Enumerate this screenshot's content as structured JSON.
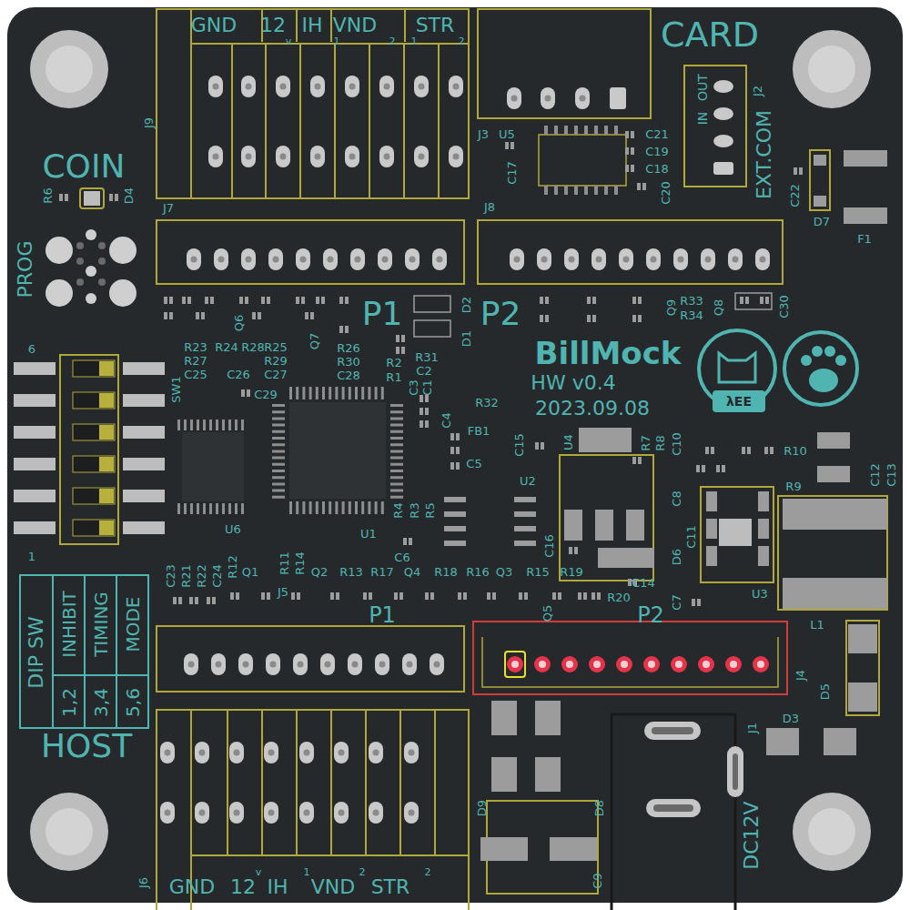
{
  "diagram": {
    "labels": [
      "GND",
      "12",
      "v",
      "IH",
      "VND",
      "1",
      "2",
      "STR",
      "1",
      "2",
      "CARD",
      "J9",
      "J3",
      "U5",
      "C21",
      "C19",
      "C18",
      "C20",
      "C17",
      "J8",
      "J2",
      "IN",
      "OUT",
      "EXT.COM",
      "C22",
      "D7",
      "F1",
      "COIN",
      "R6",
      "D4",
      "J7",
      "PROG",
      "P1",
      "D2",
      "P2",
      "Q9",
      "R33",
      "R34",
      "Q8",
      "C30",
      "D1",
      "R31",
      "C2",
      "R23",
      "R24",
      "R28",
      "R25",
      "R27",
      "R29",
      "C25",
      "C26",
      "C27",
      "Q6",
      "Q7",
      "R26",
      "R30",
      "C28",
      "R2",
      "R1",
      "C3",
      "C1",
      "BillMock",
      "HW v0.4",
      "2023.09.08",
      "λEE",
      "6",
      "SW1",
      "C29",
      "R32",
      "FB1",
      "C4",
      "C5",
      "C15",
      "U4",
      "R7",
      "R8",
      "C10",
      "R10",
      "C12",
      "C13",
      "R9",
      "C8",
      "C11",
      "D6",
      "U3",
      "U2",
      "R4",
      "R3",
      "R5",
      "C6",
      "C16",
      "U6",
      "U1",
      "1",
      "C23",
      "R21",
      "R22",
      "C24",
      "R12",
      "Q1",
      "R11",
      "R14",
      "Q2",
      "R13",
      "R17",
      "Q4",
      "R18",
      "R16",
      "Q3",
      "R15",
      "R19",
      "C14",
      "C7",
      "R20",
      "Q5",
      "J5",
      "P1",
      "P2",
      "L1",
      "J4",
      "D5",
      "DIP SW",
      "1,2",
      "INHIBIT",
      "3,4",
      "TIMING",
      "5,6",
      "MODE",
      "HOST",
      "D3",
      "J1",
      "D9",
      "D8",
      "C9",
      "DC12V",
      "J6",
      "GND",
      "12",
      "v",
      "IH",
      "1",
      "VND",
      "2",
      "STR",
      "2"
    ]
  }
}
